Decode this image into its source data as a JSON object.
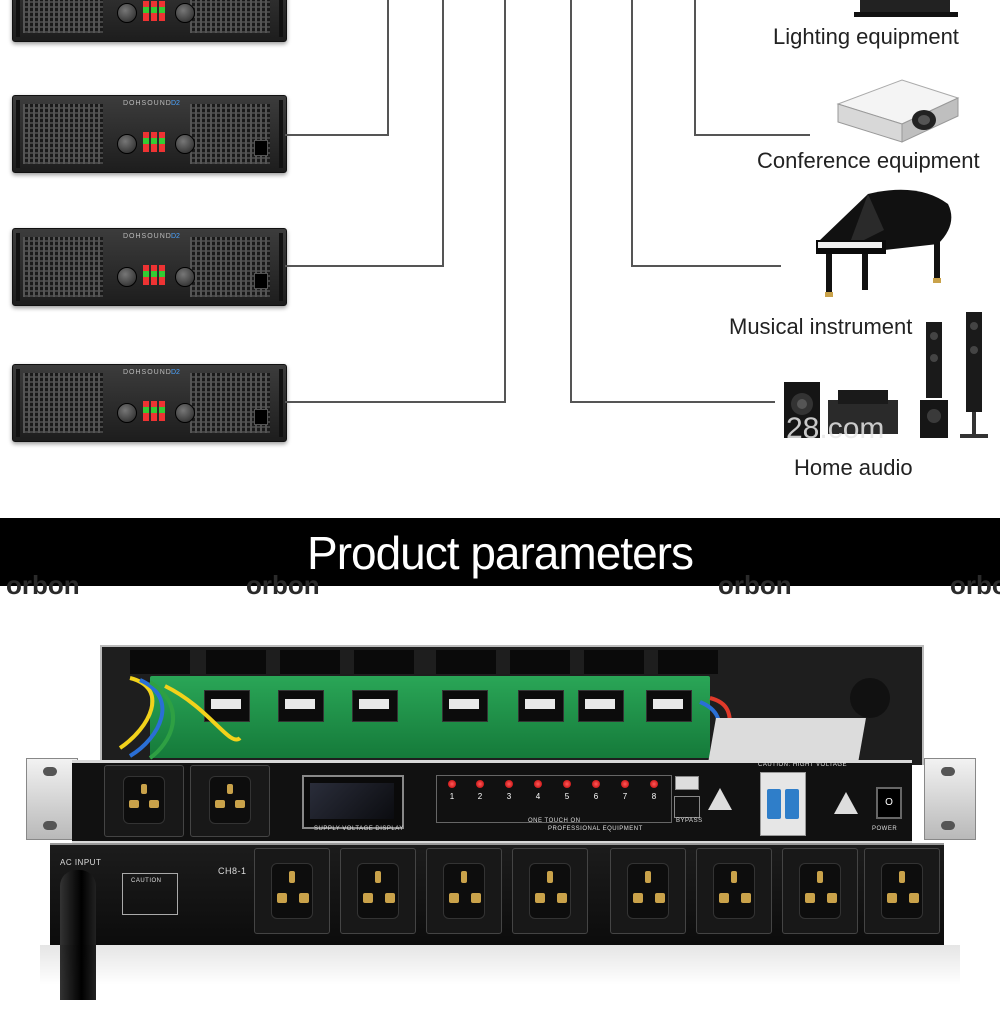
{
  "equipment": {
    "lighting": "Lighting equipment",
    "conference": "Conference equipment",
    "musical": "Musical instrument",
    "home_audio": "Home audio"
  },
  "banner": {
    "title": "Product parameters",
    "watermark": "orbon"
  },
  "device": {
    "model": "CH8-1",
    "ac_input": "AC INPUT",
    "supply_display": "SUPPLY VOLTAGE DISPLAY",
    "one_touch": "ONE TOUCH ON",
    "professional": "PROFESSIONAL EQUIPMENT",
    "bypass": "BYPASS",
    "power": "POWER",
    "caution": "CAUTION: HIGHT VOLTAGE",
    "rear_caution": "CAUTION",
    "channels": [
      "1",
      "2",
      "3",
      "4",
      "5",
      "6",
      "7",
      "8"
    ]
  },
  "amplifier": {
    "brand": "DOHSOUND",
    "model": "D2"
  },
  "colors": {
    "banner": "#000000",
    "board": "#1f8f47",
    "led": "#e02020",
    "breaker": "#2f7ec9"
  }
}
